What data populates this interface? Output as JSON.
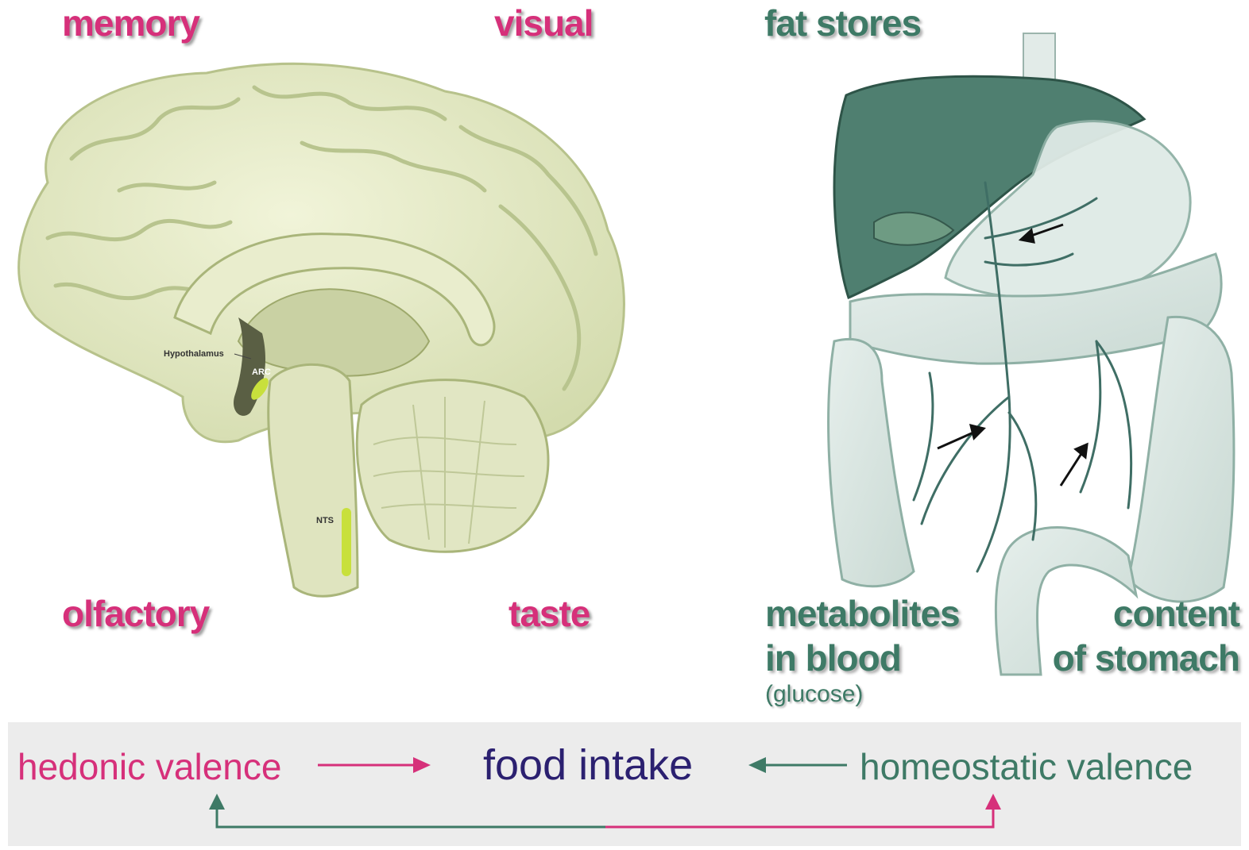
{
  "brain_labels": {
    "memory": "memory",
    "visual": "visual",
    "olfactory": "olfactory",
    "taste": "taste"
  },
  "brain_annotations": {
    "hypothalamus": "Hypothalamus",
    "arc": "ARC",
    "nts": "NTS"
  },
  "gut_labels": {
    "fat_stores": "fat stores",
    "metabolites_line1": "metabolites",
    "metabolites_line2": "in blood",
    "glucose": "(glucose)",
    "content_line1": "content",
    "content_line2": "of stomach"
  },
  "flow": {
    "hedonic": "hedonic valence",
    "food_intake": "food intake",
    "homeostatic": "homeostatic valence"
  },
  "colors": {
    "pink": "#d6307a",
    "green": "#3e7a66",
    "navy": "#2b2070",
    "brain_fill": "#e8eccb",
    "panel_bg": "#ececec"
  }
}
